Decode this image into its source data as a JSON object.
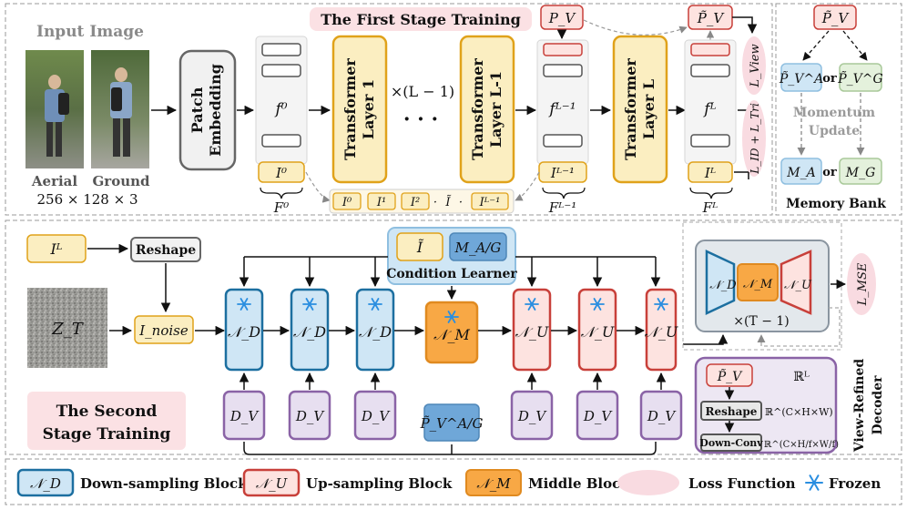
{
  "stage1": {
    "title": "The First Stage Training",
    "input_image_title": "Input Image",
    "aerial_label": "Aerial",
    "ground_label": "Ground",
    "dims_label": "256 × 128 × 3",
    "patch_embedding_line1": "Patch",
    "patch_embedding_line2": "Embedding",
    "tl1_line1": "Transformer",
    "tl1_line2": "Layer 1",
    "tlL1_line1": "Transformer",
    "tlL1_line2": "Layer L-1",
    "tlL_line1": "Transformer",
    "tlL_line2": "Layer L",
    "repeat_label": "×(L − 1)",
    "dots_label": "· · ·",
    "f0_label": "f⁰",
    "fL1_label": "fᴸ⁻¹",
    "fL_label": "fᴸ",
    "I0_label": "I⁰",
    "IL1_label": "Iᴸ⁻¹",
    "IL_label": "Iᴸ",
    "F0_label": "F⁰",
    "FL1_label": "Fᴸ⁻¹",
    "FL_label": "Fᴸ",
    "pv_label": "P_V",
    "pv_tilde_label": "P̃_V",
    "loss_view": "L_View",
    "loss_id": "L_ID + L_Tri",
    "concat_items": [
      "I⁰",
      "I¹",
      "I²",
      "·",
      "Ĩ",
      "·",
      "Iᴸ⁻¹"
    ]
  },
  "memory": {
    "title": "Memory Bank",
    "pv_tilde": "P̃_V",
    "pva": "P̃_V^A",
    "pvg": "P̃_V^G",
    "or_label": "or",
    "momentum_line1": "Momentum",
    "momentum_line2": "Update",
    "ma": "M_A",
    "mg": "M_G"
  },
  "stage2": {
    "title_line1": "The Second",
    "title_line2": "Stage Training",
    "IL_label": "Iᴸ",
    "reshape_label": "Reshape",
    "zt_label": "Z_T",
    "inoise_label": "I_noise",
    "condition_learner": "Condition Learner",
    "cond_I": "Ĩ",
    "cond_M": "M_A/G",
    "nd_label": "𝒩_D",
    "nm_label": "𝒩_M",
    "nu_label": "𝒩_U",
    "dv_label": "D_V",
    "pv_ag_label": "P̃_V^A/G",
    "repeat_t": "×(T − 1)",
    "loss_mse": "L_MSE"
  },
  "decoder": {
    "title_line1": "View-Refined",
    "title_line2": "Decoder",
    "pv_tilde": "P̃_V",
    "reshape_label": "Reshape",
    "downconv_label": "Down-Conv",
    "space_L": "ℝᴸ",
    "space_chw": "ℝ^(C×H×W)",
    "space_down": "ℝ^(C×H/f×W/f)"
  },
  "legend": {
    "nd_symbol": "𝒩_D",
    "nd_text": "Down-sampling Block",
    "nu_symbol": "𝒩_U",
    "nu_text": "Up-sampling Block",
    "nm_symbol": "𝒩_M",
    "nm_text": "Middle Block",
    "loss_text": "Loss Function",
    "frozen_text": "Frozen"
  },
  "colors": {
    "yellow_fill": "#fbeec1",
    "yellow_stroke": "#e0a21a",
    "blue_fill": "#cfe6f5",
    "blue_stroke": "#1c6fa0",
    "red_fill": "#fde3e0",
    "red_stroke": "#c8403a",
    "orange_fill": "#f8a845",
    "purple_fill": "#e7dff0",
    "purple_stroke": "#8a63a6",
    "pink_fill": "#f9dbe1",
    "frozen_blue": "#2a8ee0"
  }
}
